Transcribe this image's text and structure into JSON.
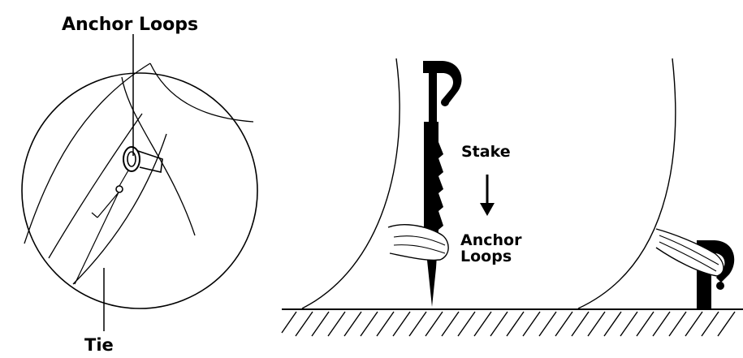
{
  "labels": {
    "anchor_loops_top": "Anchor Loops",
    "tie": "Tie",
    "stake": "Stake",
    "anchor_loops_right_line1": "Anchor",
    "anchor_loops_right_line2": "Loops"
  },
  "colors": {
    "ink": "#000000",
    "background": "#ffffff"
  },
  "icons": {
    "stake": "tent-stake-icon",
    "arrow": "arrow-down-icon"
  }
}
